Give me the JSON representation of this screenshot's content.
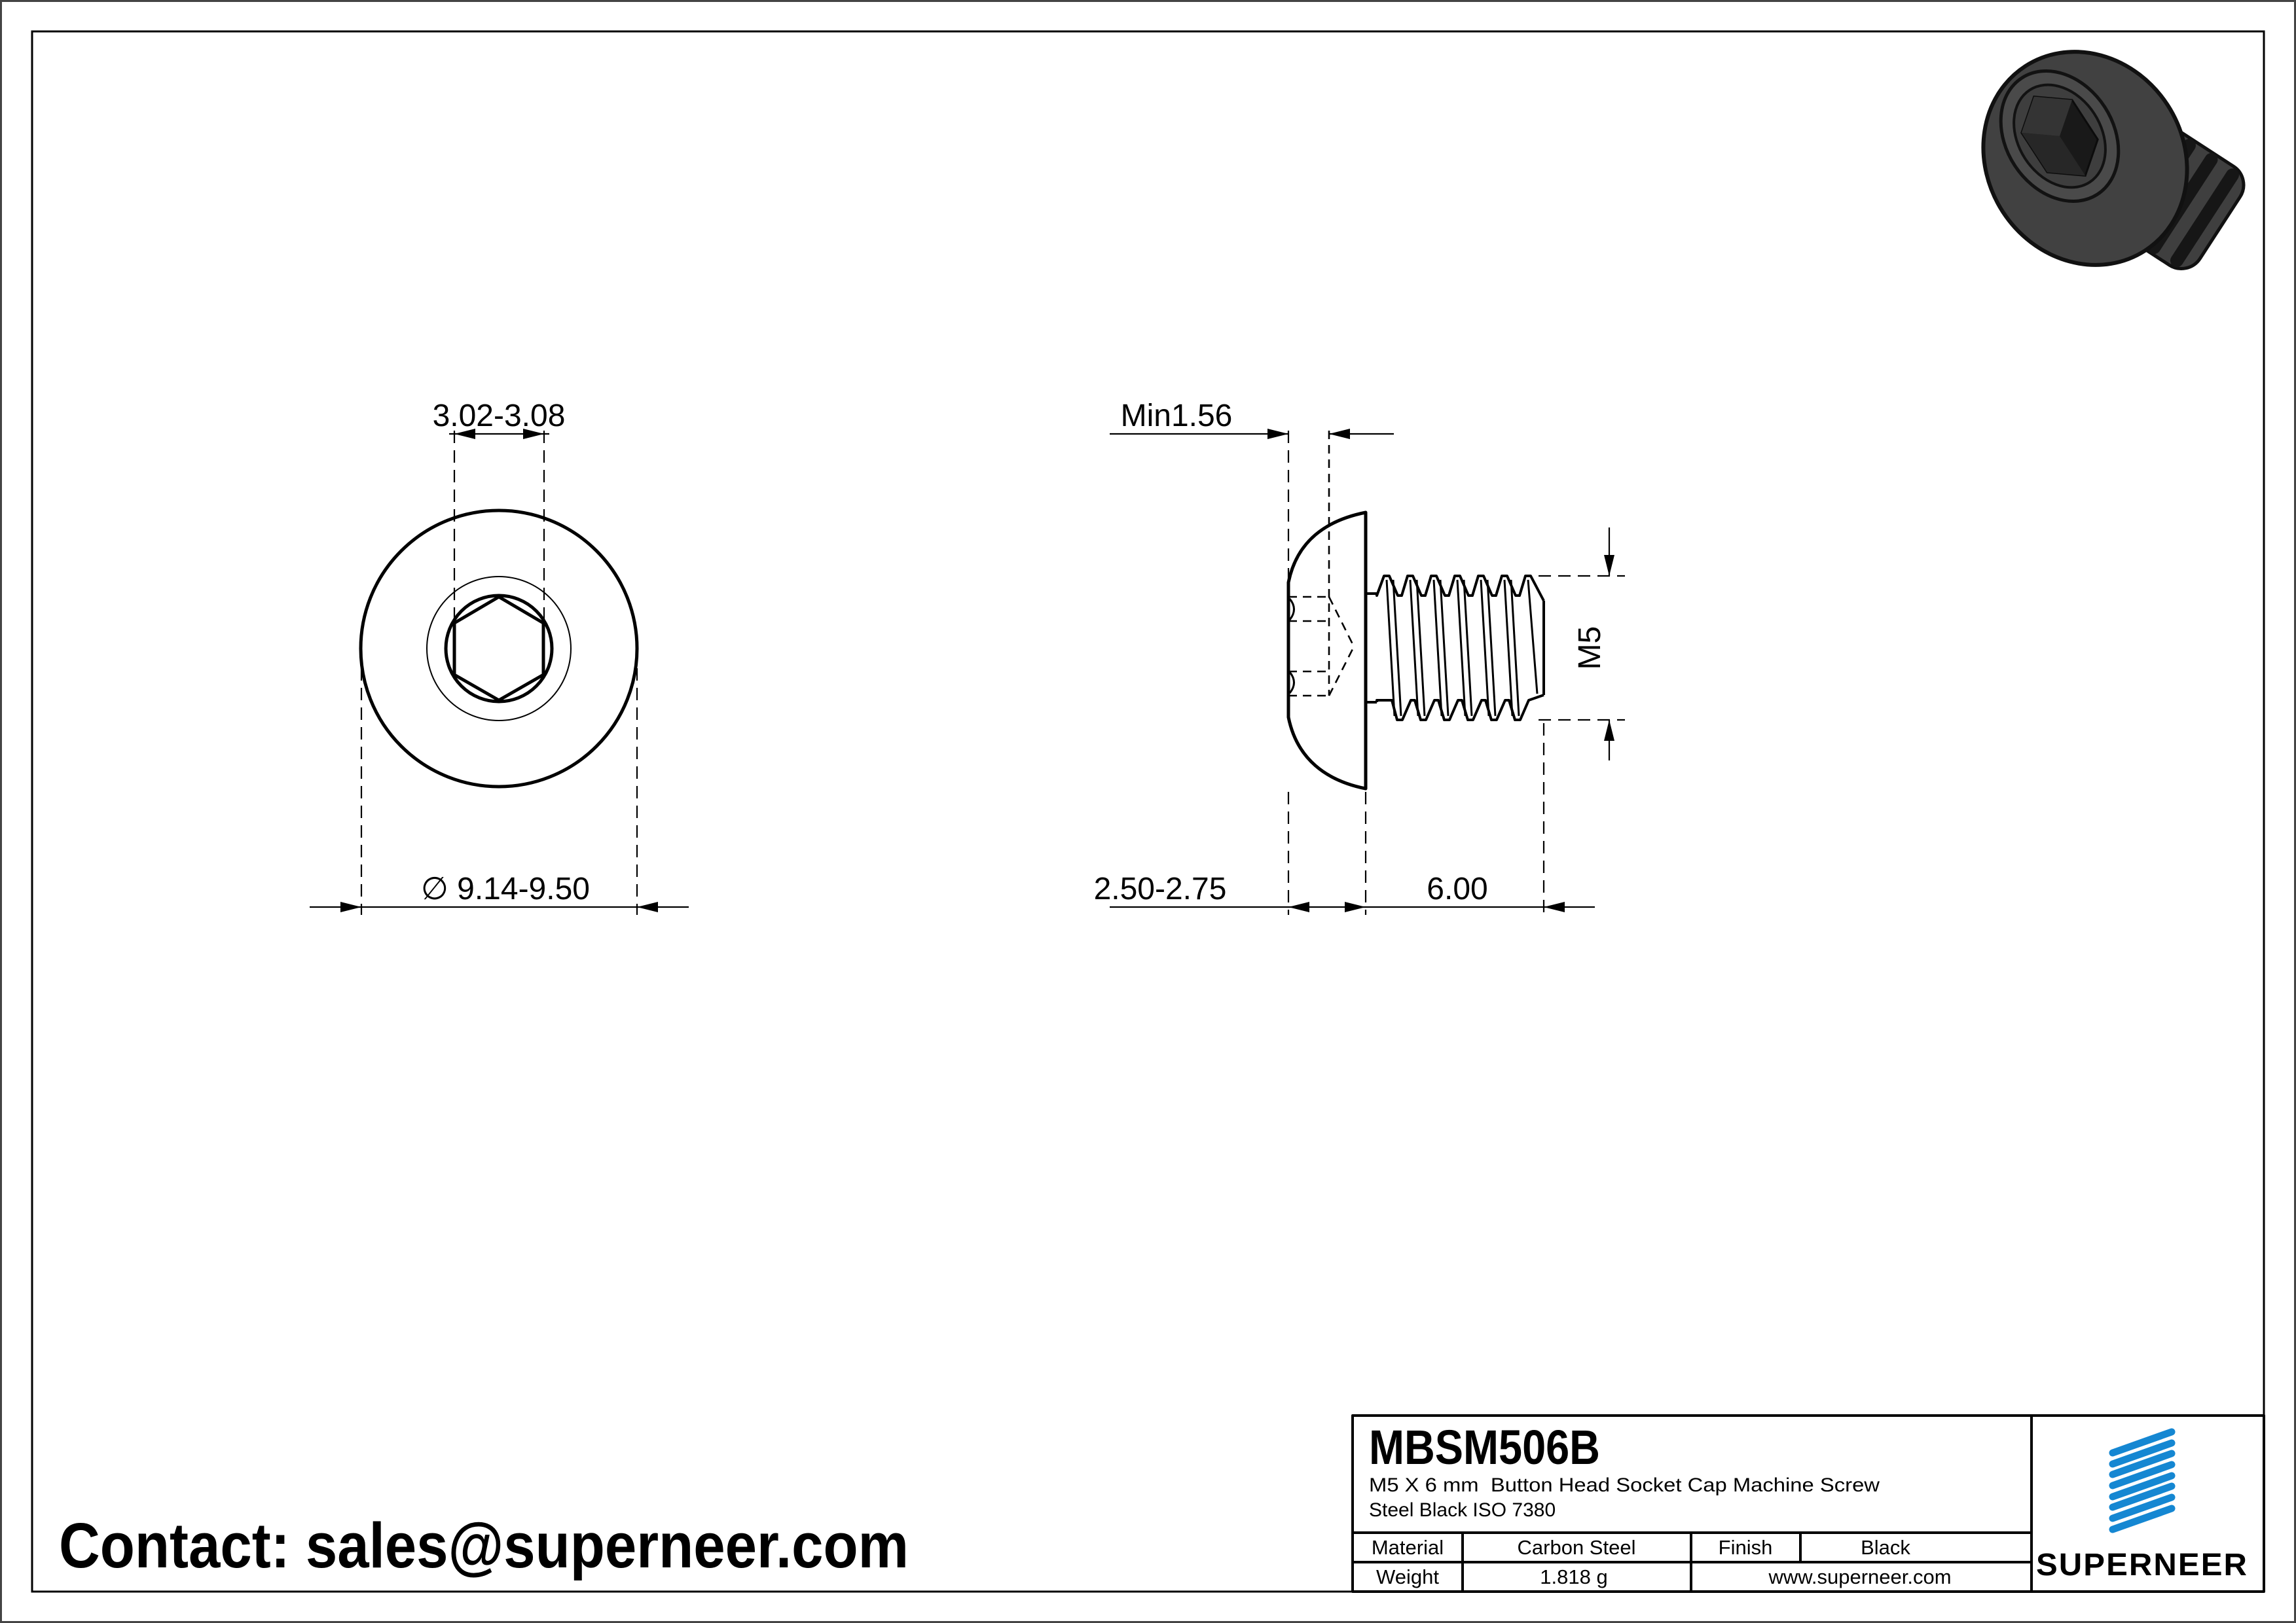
{
  "page": {
    "background": "#ffffff",
    "outer_border_color": "#444444",
    "frame_color": "#000000",
    "drawing_color": "#000000"
  },
  "contact": {
    "text": "Contact: sales@superneer.com"
  },
  "front_view": {
    "socket_width_dim": "3.02-3.08",
    "head_diameter_dim": "∅ 9.14-9.50"
  },
  "side_view": {
    "socket_depth_dim": "Min1.56",
    "thread_size_dim": "M5",
    "head_height_dim": "2.50-2.75",
    "thread_length_dim": "6.00"
  },
  "preview": {
    "body_color": "#414141",
    "outline_color": "#111111"
  },
  "title_block": {
    "part_number": "MBSM506B",
    "description_line1": "M5 X 6 mm  Button Head Socket Cap Machine Screw",
    "description_line2": "Steel Black ISO 7380",
    "material_label": "Material",
    "material_value": "Carbon Steel",
    "finish_label": "Finish",
    "finish_value": "Black",
    "weight_label": "Weight",
    "weight_value": "1.818 g",
    "website": "www.superneer.com",
    "brand": "SUPERNEER",
    "brand_color": "#1587d2",
    "link_color": "#1a82d6"
  }
}
